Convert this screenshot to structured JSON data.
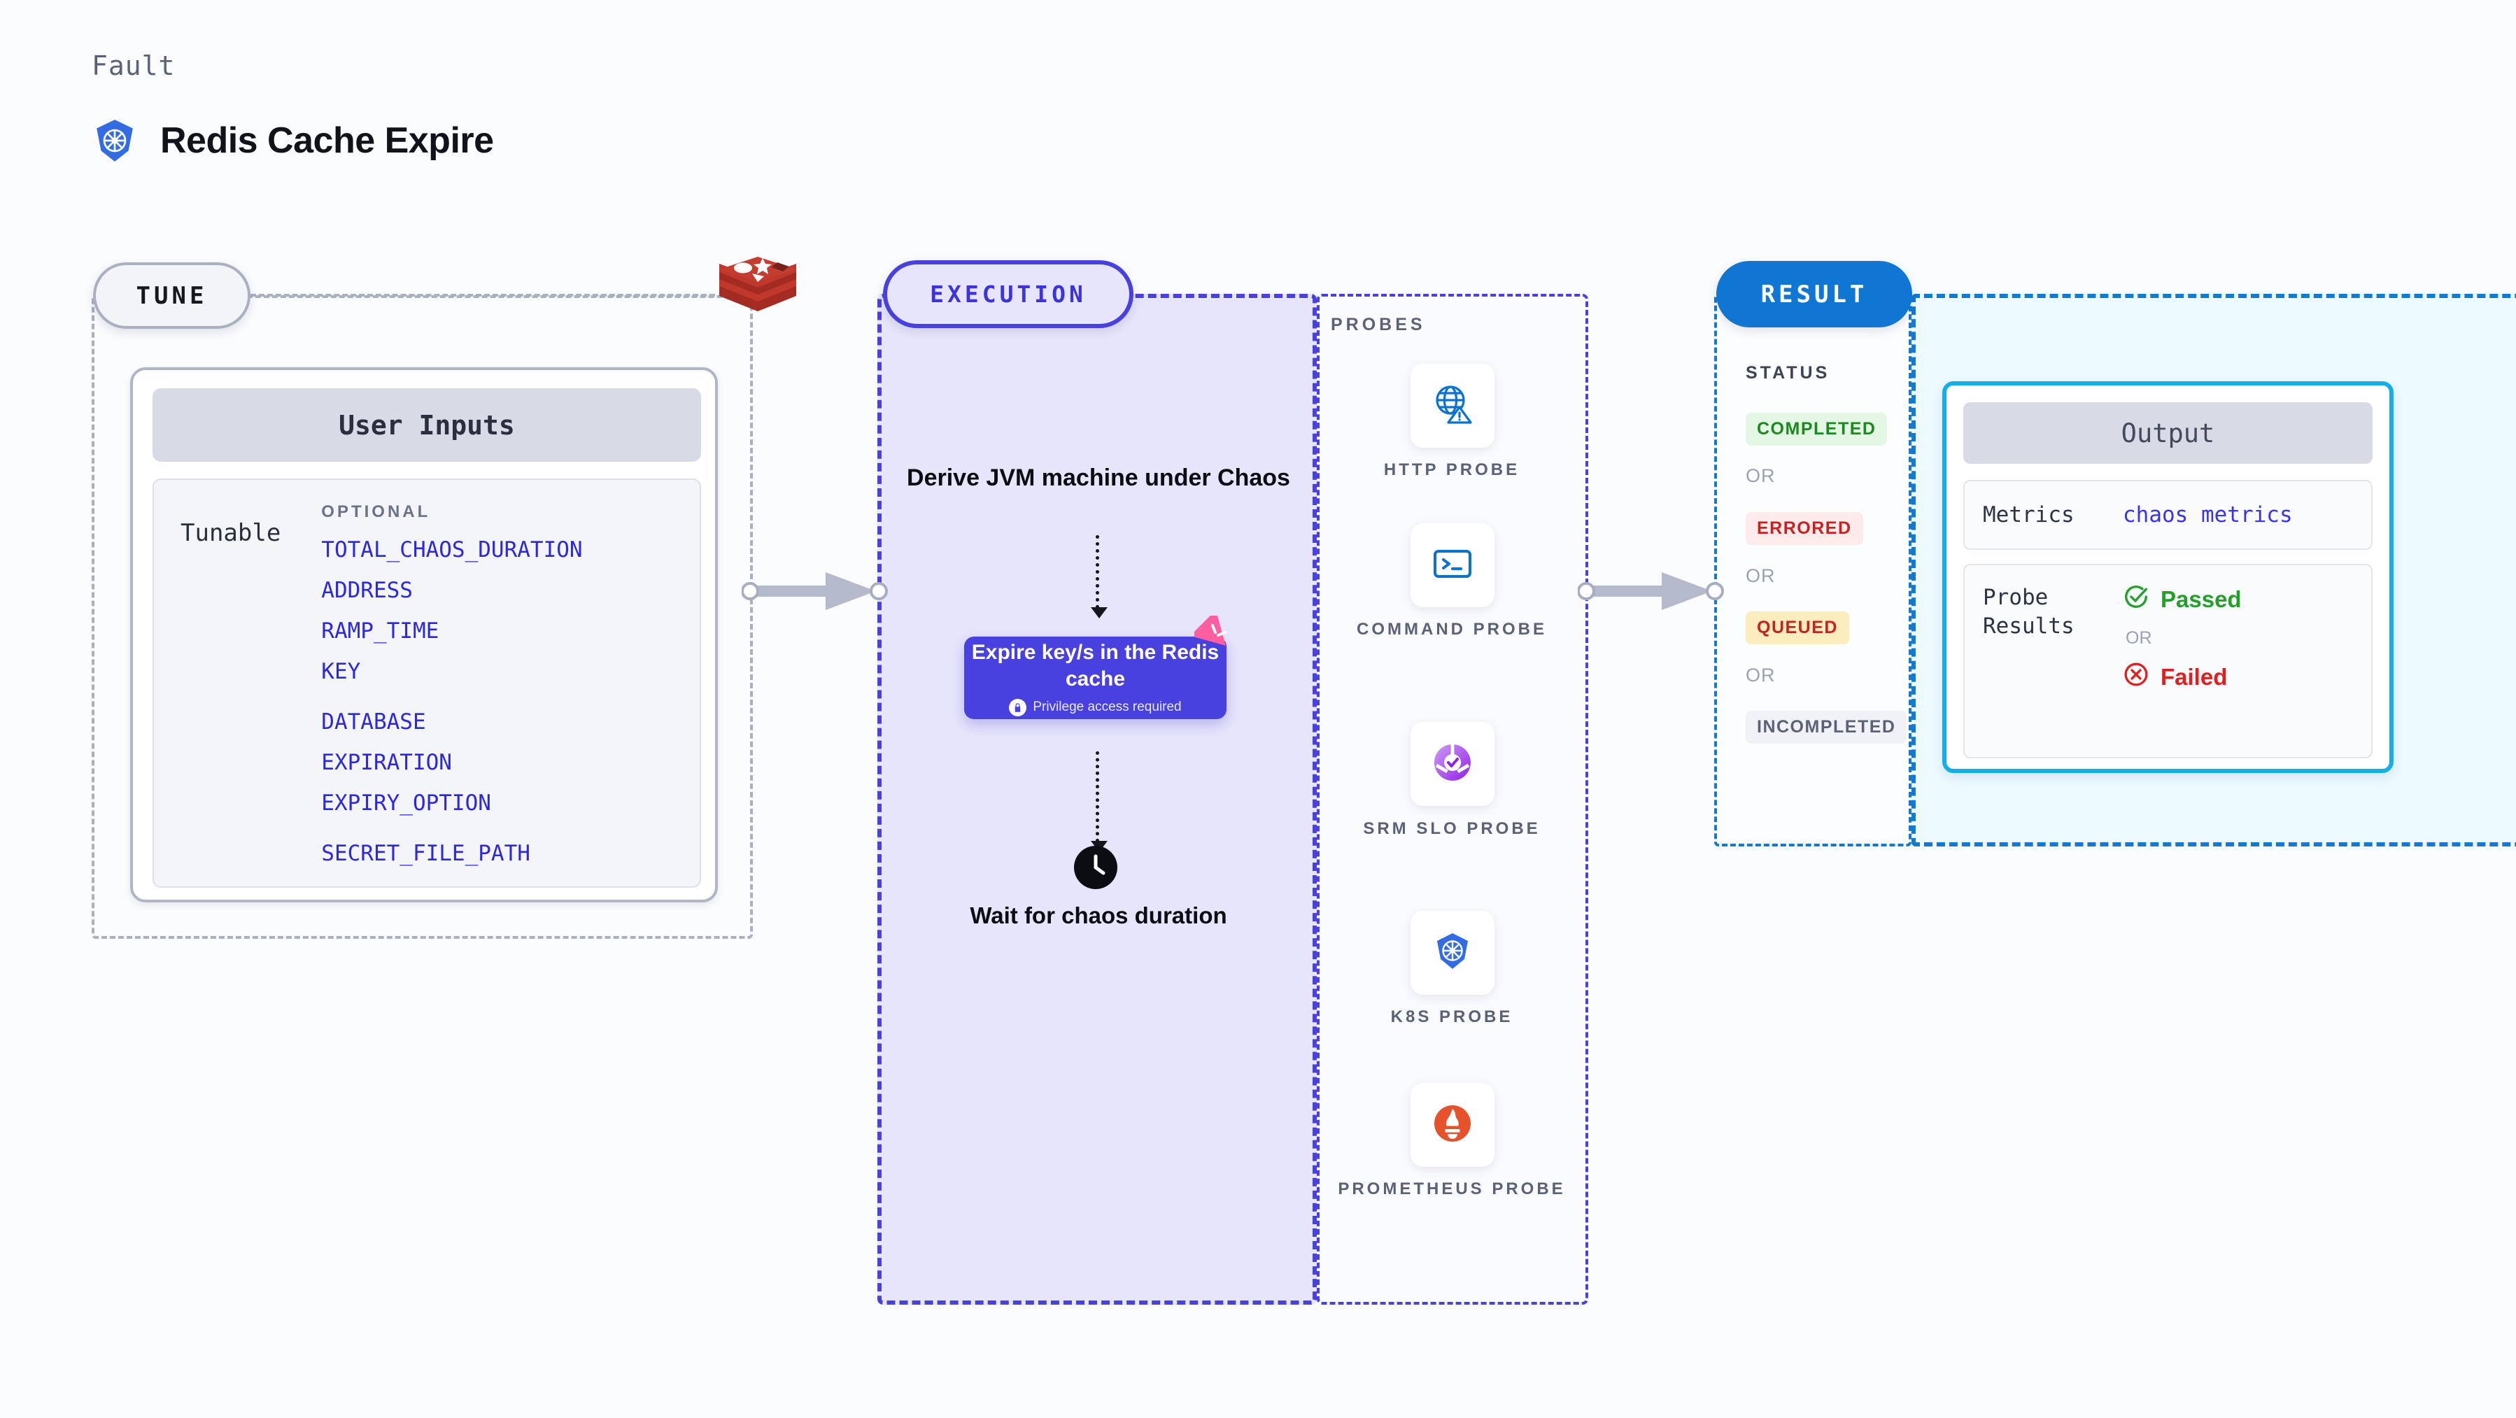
{
  "header": {
    "kicker": "Fault",
    "title": "Redis Cache Expire",
    "icon": "kubernetes-icon"
  },
  "tune": {
    "badge": "TUNE",
    "source_icon": "redis-logo",
    "card": {
      "title": "User Inputs",
      "row_label": "Tunable",
      "group_label": "OPTIONAL",
      "optional_items": [
        "TOTAL_CHAOS_DURATION",
        "ADDRESS",
        "RAMP_TIME",
        "KEY",
        "DATABASE",
        "EXPIRATION",
        "EXPIRY_OPTION",
        "SECRET_FILE_PATH"
      ]
    }
  },
  "execution": {
    "badge": "EXECUTION",
    "step_title": "Derive JVM machine under Chaos",
    "action": {
      "title": "Expire key/s in the Redis cache",
      "note": "Privilege access required",
      "note_icon": "lock-icon",
      "corner_icon": "harness-logo-icon"
    },
    "wait": {
      "icon": "clock-icon",
      "label": "Wait for chaos duration"
    }
  },
  "probes": {
    "heading": "PROBES",
    "items": [
      {
        "label": "HTTP PROBE",
        "icon": "globe-warning-icon"
      },
      {
        "label": "COMMAND PROBE",
        "icon": "terminal-icon"
      },
      {
        "label": "SRM SLO PROBE",
        "icon": "slo-donut-check-icon"
      },
      {
        "label": "K8S PROBE",
        "icon": "kubernetes-icon"
      },
      {
        "label": "PROMETHEUS PROBE",
        "icon": "prometheus-icon"
      }
    ]
  },
  "result": {
    "badge": "RESULT",
    "status_heading": "STATUS",
    "or_label": "OR",
    "statuses": [
      {
        "label": "COMPLETED",
        "fg": "#1a8a1f",
        "bg": "#e3f7e4"
      },
      {
        "label": "ERRORED",
        "fg": "#c92020",
        "bg": "#fdeaea"
      },
      {
        "label": "QUEUED",
        "fg": "#c92020",
        "bg": "#fcedbf"
      },
      {
        "label": "INCOMPLETED",
        "fg": "#5b6275",
        "bg": "#f1f2f7"
      }
    ],
    "output": {
      "title": "Output",
      "metrics_key": "Metrics",
      "metrics_value": "chaos metrics",
      "probe_key": "Probe Results",
      "passed": "Passed",
      "failed": "Failed",
      "or_label": "OR",
      "passed_icon": "check-circle-icon",
      "failed_icon": "x-circle-icon"
    }
  },
  "colors": {
    "execution_accent": "#4940e0",
    "result_accent": "#1479d0",
    "tune_accent": "#a9b0c0",
    "link": "#2c27e0",
    "output_border": "#13b0e6"
  }
}
